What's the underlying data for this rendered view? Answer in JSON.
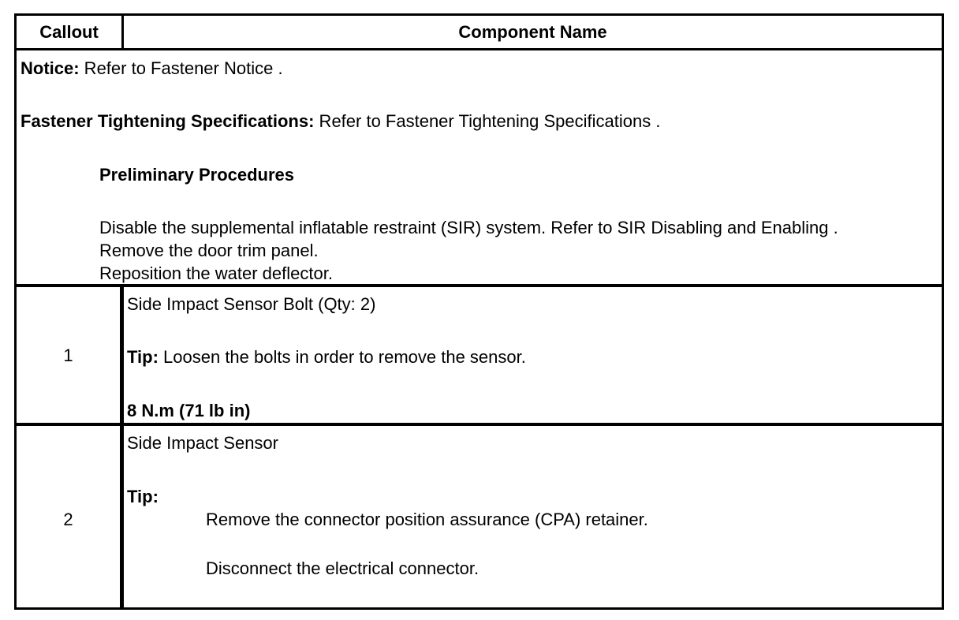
{
  "header": {
    "callout": "Callout",
    "component_name": "Component Name"
  },
  "notice_section": {
    "notice_label": "Notice:",
    "notice_text": " Refer to Fastener Notice .",
    "fastener_label": "Fastener Tightening Specifications:",
    "fastener_text": " Refer to Fastener Tightening Specifications .",
    "preliminary_heading": "Preliminary Procedures",
    "procedures": [
      "Disable the supplemental inflatable restraint (SIR) system. Refer to SIR Disabling and Enabling .",
      "Remove the door trim panel.",
      "Reposition the water deflector."
    ]
  },
  "rows": [
    {
      "callout": "1",
      "component": "Side Impact Sensor Bolt (Qty: 2)",
      "tip_label": "Tip:",
      "tip_text": " Loosen the bolts in order to remove the sensor.",
      "torque": "8 N.m (71 lb in)"
    },
    {
      "callout": "2",
      "component": "Side Impact Sensor",
      "tip_label": "Tip:",
      "tip_steps": [
        "Remove the connector position assurance (CPA) retainer.",
        "Disconnect the electrical connector."
      ]
    }
  ]
}
